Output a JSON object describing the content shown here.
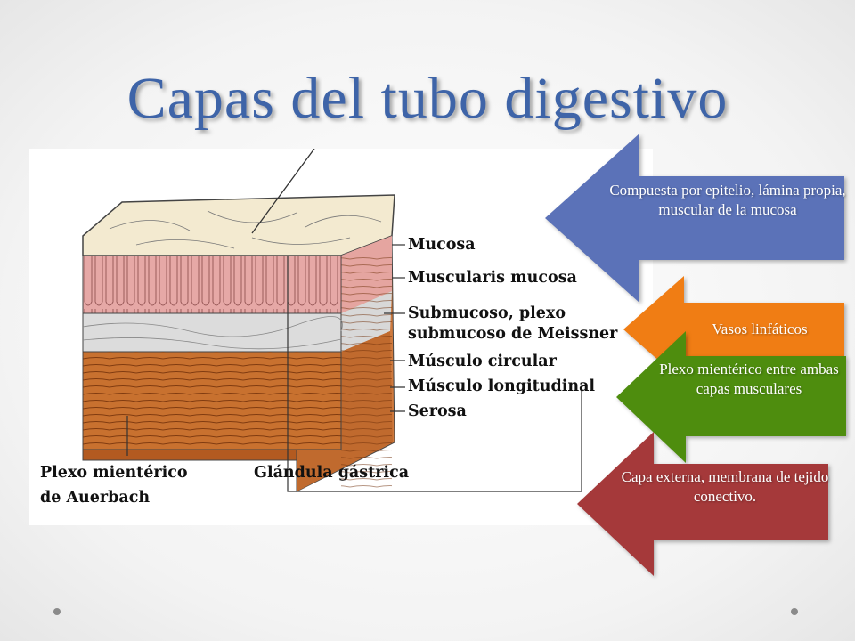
{
  "slide": {
    "title": "Capas del tubo digestivo"
  },
  "diagram": {
    "labels": {
      "mucosa": "Mucosa",
      "muscularis_mucosa": "Muscularis mucosa",
      "submucoso_1": "Submucoso, plexo",
      "submucoso_2": "submucoso de Meissner",
      "musculo_circular": "Músculo circular",
      "musculo_longitudinal": "Músculo longitudinal",
      "serosa": "Serosa",
      "plexo_mienterico_1": "Plexo mientérico",
      "plexo_mienterico_2": "de Auerbach",
      "glandula": "Glándula gástrica"
    }
  },
  "callouts": [
    {
      "text": "Compuesta por epitelio, lámina propia, muscular de la mucosa",
      "color": "#5b72b8"
    },
    {
      "text": "Vasos linfáticos",
      "color": "#f07d14"
    },
    {
      "text": "Plexo mientérico entre ambas capas musculares",
      "color": "#4e8d0e"
    },
    {
      "text": "Capa externa, membrana de tejido conectivo.",
      "color": "#a5393a"
    }
  ]
}
